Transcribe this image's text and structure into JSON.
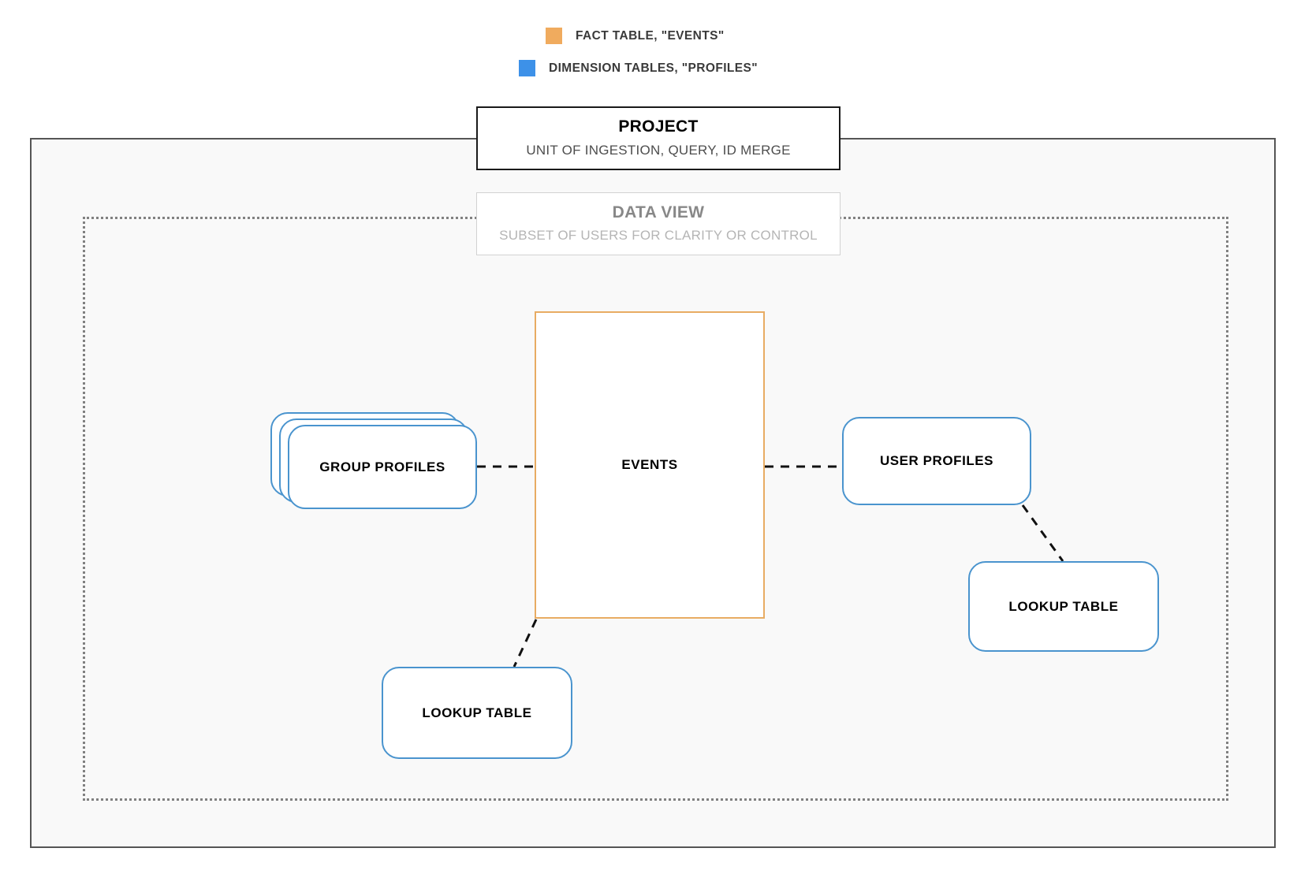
{
  "legend": {
    "items": [
      {
        "label": "FACT TABLE, \"EVENTS\"",
        "color": "#f0ab5e",
        "icon": "square-swatch-icon"
      },
      {
        "label": "DIMENSION TABLES, \"PROFILES\"",
        "color": "#3d91e8",
        "icon": "square-swatch-icon"
      }
    ]
  },
  "project": {
    "title": "PROJECT",
    "subtitle": "UNIT OF INGESTION, QUERY, ID MERGE"
  },
  "data_view": {
    "title": "DATA VIEW",
    "subtitle": "SUBSET OF USERS FOR CLARITY OR CONTROL"
  },
  "nodes": {
    "events": {
      "label": "EVENTS",
      "type": "fact-table",
      "color": "#e8ac63"
    },
    "group_profiles": {
      "label": "GROUP PROFILES",
      "type": "dimension-table",
      "color": "#4a94ce",
      "stacked": true
    },
    "user_profiles": {
      "label": "USER PROFILES",
      "type": "dimension-table",
      "color": "#4a94ce"
    },
    "lookup_table_left": {
      "label": "LOOKUP TABLE",
      "type": "dimension-table",
      "color": "#4a94ce"
    },
    "lookup_table_right": {
      "label": "LOOKUP TABLE",
      "type": "dimension-table",
      "color": "#4a94ce"
    }
  },
  "connectors": [
    {
      "from": "group_profiles",
      "to": "events",
      "style": "dashed"
    },
    {
      "from": "events",
      "to": "user_profiles",
      "style": "dashed"
    },
    {
      "from": "events",
      "to": "lookup_table_left",
      "style": "dashed"
    },
    {
      "from": "user_profiles",
      "to": "lookup_table_right",
      "style": "dashed"
    }
  ],
  "colors": {
    "fact": "#f0ab5e",
    "dimension": "#3d91e8",
    "canvas": "#f9f9f9",
    "outer_border": "#555555",
    "dotted_border": "#808080"
  }
}
